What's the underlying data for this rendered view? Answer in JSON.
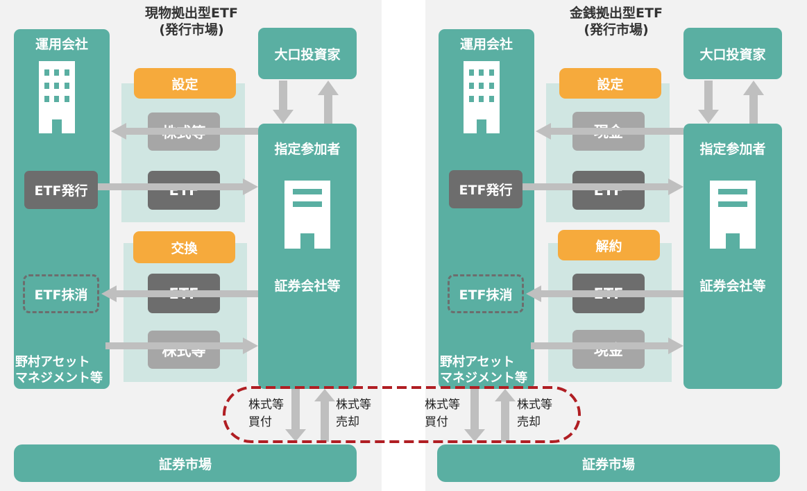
{
  "left": {
    "title_line1": "現物拠出型ETF",
    "title_line2": "(発行市場)",
    "management": "運用会社",
    "big_investor": "大口投資家",
    "participant": "指定参加者",
    "securities_co": "証券会社等",
    "setup": "設定",
    "exchange": "交換",
    "flow1": "株式等",
    "flow2": "ETF",
    "flow3": "ETF",
    "flow4": "株式等",
    "etf_issue": "ETF発行",
    "etf_cancel": "ETF抹消",
    "nomura_line1": "野村アセット",
    "nomura_line2": "マネジメント等",
    "buy_line1": "株式等",
    "buy_line2": "買付",
    "sell_line1": "株式等",
    "sell_line2": "売却",
    "market": "証券市場"
  },
  "right": {
    "title_line1": "金銭拠出型ETF",
    "title_line2": "(発行市場)",
    "management": "運用会社",
    "big_investor": "大口投資家",
    "participant": "指定参加者",
    "securities_co": "証券会社等",
    "setup": "設定",
    "cancel": "解約",
    "flow1": "現金",
    "flow2": "ETF",
    "flow3": "ETF",
    "flow4": "現金",
    "etf_issue": "ETF発行",
    "etf_cancel": "ETF抹消",
    "nomura_line1": "野村アセット",
    "nomura_line2": "マネジメント等",
    "buy_line1": "株式等",
    "buy_line2": "買付",
    "sell_line1": "株式等",
    "sell_line2": "売却",
    "market": "証券市場"
  },
  "colors": {
    "teal": "#5aafa2",
    "light_teal": "#d0e6e2",
    "orange": "#f6aa3c",
    "gray": "#a6a6a6",
    "dark_gray": "#6d6d6d",
    "red_dashed": "#b01e23"
  },
  "icons": [
    "building-icon",
    "office-icon"
  ]
}
